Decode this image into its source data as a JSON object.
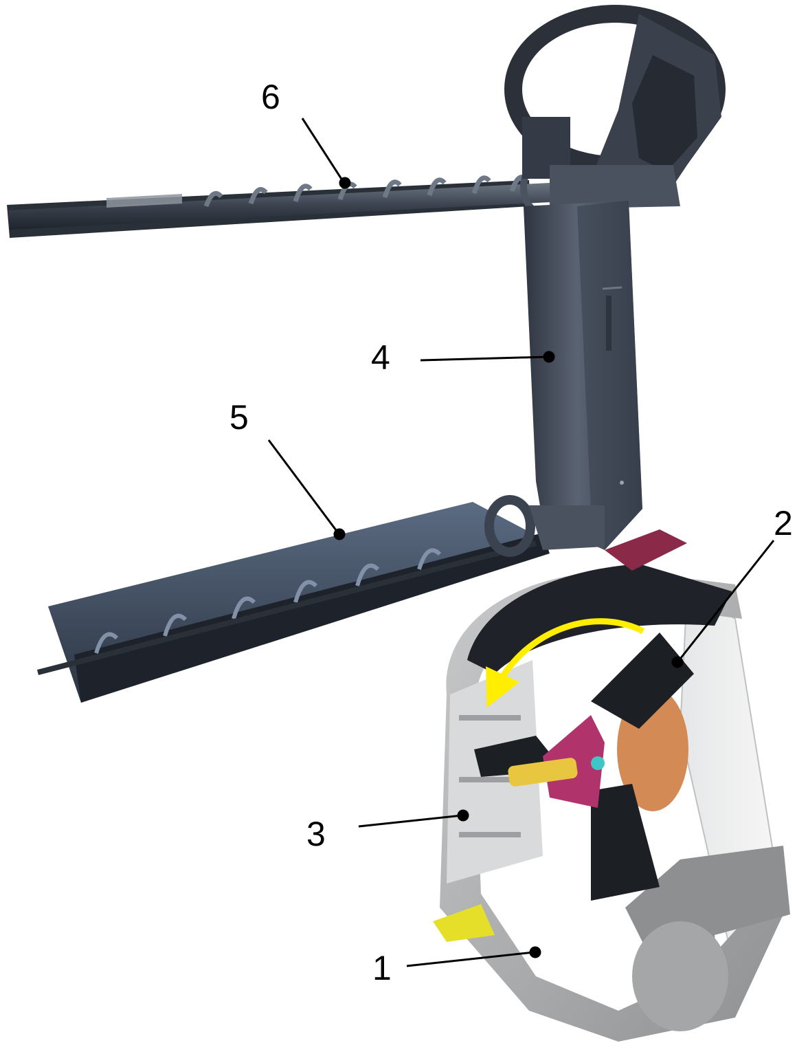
{
  "callouts": [
    {
      "id": "1",
      "label": "1"
    },
    {
      "id": "2",
      "label": "2"
    },
    {
      "id": "3",
      "label": "3"
    },
    {
      "id": "4",
      "label": "4"
    },
    {
      "id": "5",
      "label": "5"
    },
    {
      "id": "6",
      "label": "6"
    }
  ],
  "colors": {
    "machine_dark": "#3b4350",
    "machine_mid": "#4f5866",
    "housing_grey": "#a9abad",
    "rotation_arrow": "#ffee00",
    "hub_magenta": "#b0336b",
    "shaft_yellow": "#e8c640"
  }
}
